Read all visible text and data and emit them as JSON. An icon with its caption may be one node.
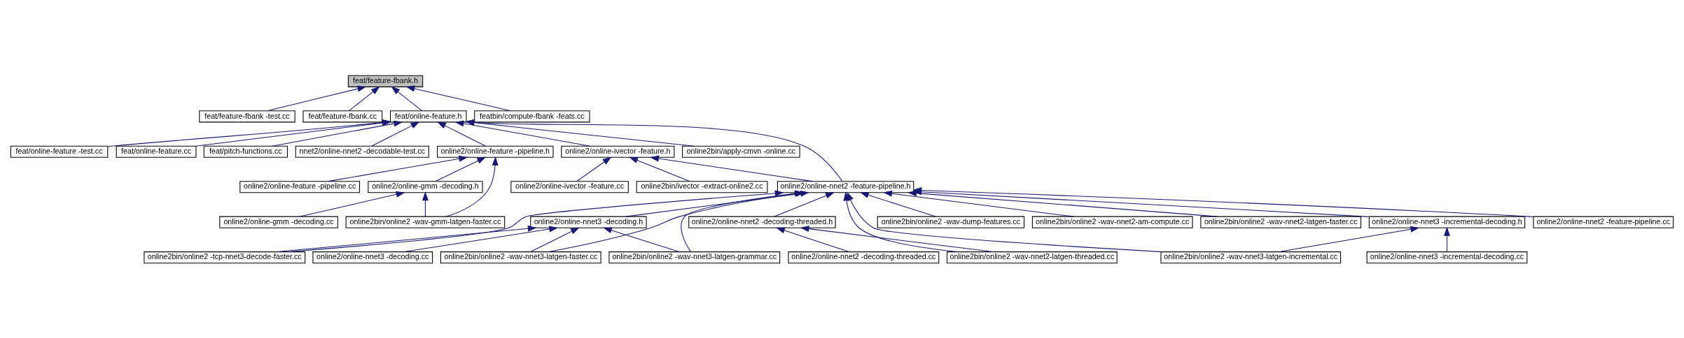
{
  "diagram": {
    "nodes": [
      {
        "text": [
          "feat/feature-fbank.h"
        ]
      },
      {
        "text": [
          "feat/feature-fbank -test.cc"
        ]
      },
      {
        "text": [
          "feat/feature-fbank.cc"
        ]
      },
      {
        "text": [
          "feat/online-feature.h"
        ]
      },
      {
        "text": [
          "featbin/compute-fbank -feats.cc"
        ]
      },
      {
        "text": [
          "feat/online-feature -test.cc"
        ]
      },
      {
        "text": [
          "feat/online-feature.cc"
        ]
      },
      {
        "text": [
          "feat/pitch-functions.cc"
        ]
      },
      {
        "text": [
          "nnet2/online-nnet2 -decodable-test.cc"
        ]
      },
      {
        "text": [
          "online2/online-feature -pipeline.h"
        ]
      },
      {
        "text": [
          "online2/online-ivector -feature.h"
        ]
      },
      {
        "text": [
          "online2bin/apply-cmvn -online.cc"
        ]
      },
      {
        "text": [
          "online2/online-feature -pipeline.cc"
        ]
      },
      {
        "text": [
          "online2/online-gmm -decoding.h"
        ]
      },
      {
        "text": [
          "online2/online-ivector -feature.cc"
        ]
      },
      {
        "text": [
          "online2bin/ivector -extract-online2.cc"
        ]
      },
      {
        "text": [
          "online2/online-nnet2 -feature-pipeline.h"
        ]
      },
      {
        "text": [
          "online2/online-gmm -decoding.cc"
        ]
      },
      {
        "text": [
          "online2bin/online2 -wav-gmm-latgen-faster.cc"
        ]
      },
      {
        "text": [
          "online2/online-nnet3 -incremental-decoding.h"
        ]
      },
      {
        "text": [
          "online2bin/online2 -wav-dump-features.cc"
        ]
      },
      {
        "text": [
          "online2bin/online2 -wav-nnet2-am-compute.cc"
        ]
      },
      {
        "text": [
          "online2bin/online2 -wav-nnet2-latgen-faster.cc"
        ]
      },
      {
        "text": [
          "online2/online-nnet3 -decoding.h"
        ]
      },
      {
        "text": [
          "online2/online-nnet2 -feature-pipeline.cc"
        ]
      },
      {
        "text": [
          "online2/online-nnet2 -decoding-threaded.h"
        ]
      },
      {
        "text": [
          "online2/online-nnet3 -incremental-decoding.cc"
        ]
      },
      {
        "text": [
          "online2bin/online2 -wav-nnet3-latgen-incremental.cc"
        ]
      },
      {
        "text": [
          "online2bin/online2 -wav-nnet3-latgen-grammar.cc"
        ]
      },
      {
        "text": [
          "online2bin/online2 -tcp-nnet3-decode-faster.cc"
        ]
      },
      {
        "text": [
          "online2/online-nnet3 -decoding.cc"
        ]
      },
      {
        "text": [
          "online2bin/online2 -wav-nnet3-latgen-faster.cc"
        ]
      },
      {
        "text": [
          "online2/online-nnet2 -decoding-threaded.cc"
        ]
      },
      {
        "text": [
          "online2bin/online2 -wav-nnet2-latgen-threaded.cc"
        ]
      }
    ],
    "edges": [
      {
        "from": 1,
        "to": 0,
        "arrow": "to"
      },
      {
        "from": 2,
        "to": 0,
        "arrow": "to"
      },
      {
        "from": 3,
        "to": 0,
        "arrow": "to"
      },
      {
        "from": 4,
        "to": 0,
        "arrow": "to"
      },
      {
        "from": 5,
        "to": 3,
        "arrow": "to"
      },
      {
        "from": 6,
        "to": 3,
        "arrow": "to"
      },
      {
        "from": 7,
        "to": 3,
        "arrow": "to"
      },
      {
        "from": 8,
        "to": 3,
        "arrow": "to"
      },
      {
        "from": 9,
        "to": 3,
        "arrow": "to"
      },
      {
        "from": 10,
        "to": 3,
        "arrow": "to"
      },
      {
        "from": 11,
        "to": 3,
        "arrow": "to"
      },
      {
        "from": 16,
        "to": 3,
        "arrow": "to"
      },
      {
        "from": 12,
        "to": 9,
        "arrow": "to"
      },
      {
        "from": 13,
        "to": 9,
        "arrow": "to"
      },
      {
        "from": 18,
        "to": 9,
        "arrow": "to"
      },
      {
        "from": 14,
        "to": 10,
        "arrow": "to"
      },
      {
        "from": 15,
        "to": 10,
        "arrow": "to"
      },
      {
        "from": 16,
        "to": 10,
        "arrow": "to"
      },
      {
        "from": 17,
        "to": 13,
        "arrow": "to"
      },
      {
        "from": 18,
        "to": 13,
        "arrow": "to"
      },
      {
        "from": 19,
        "to": 16,
        "arrow": "to"
      },
      {
        "from": 27,
        "to": 16,
        "arrow": "to"
      },
      {
        "from": 28,
        "to": 16,
        "arrow": "to"
      },
      {
        "from": 20,
        "to": 16,
        "arrow": "to"
      },
      {
        "from": 21,
        "to": 16,
        "arrow": "to"
      },
      {
        "from": 22,
        "to": 16,
        "arrow": "to"
      },
      {
        "from": 23,
        "to": 16,
        "arrow": "to"
      },
      {
        "from": 29,
        "to": 16,
        "arrow": "to"
      },
      {
        "from": 24,
        "to": 16,
        "arrow": "to"
      },
      {
        "from": 31,
        "to": 16,
        "arrow": "to"
      },
      {
        "from": 25,
        "to": 16,
        "arrow": "to"
      },
      {
        "from": 33,
        "to": 16,
        "arrow": "to"
      },
      {
        "from": 26,
        "to": 19,
        "arrow": "to"
      },
      {
        "from": 27,
        "to": 19,
        "arrow": "to"
      },
      {
        "from": 28,
        "to": 23,
        "arrow": "to"
      },
      {
        "from": 29,
        "to": 23,
        "arrow": "to"
      },
      {
        "from": 30,
        "to": 23,
        "arrow": "to"
      },
      {
        "from": 31,
        "to": 23,
        "arrow": "to"
      },
      {
        "from": 32,
        "to": 25,
        "arrow": "to"
      },
      {
        "from": 33,
        "to": 25,
        "arrow": "to"
      }
    ]
  }
}
